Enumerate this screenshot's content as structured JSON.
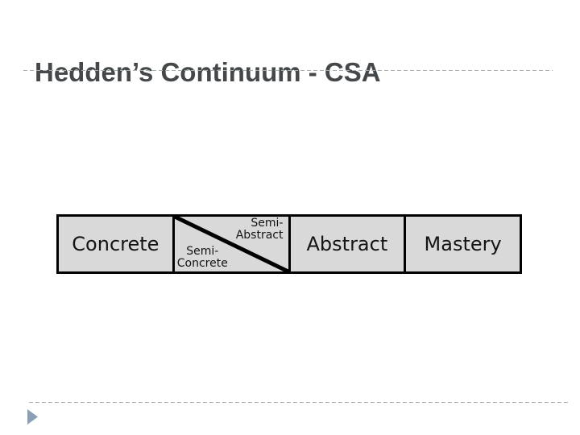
{
  "slide": {
    "title": "Hedden’s Continuum - CSA"
  },
  "continuum_diagram": {
    "cells": [
      {
        "type": "plain",
        "label": "Concrete"
      },
      {
        "type": "diagonal-split",
        "upper": {
          "line1": "Semi-",
          "line2": "Abstract"
        },
        "lower": {
          "line1": "Semi-",
          "line2": "Concrete"
        }
      },
      {
        "type": "plain",
        "label": "Abstract"
      },
      {
        "type": "plain",
        "label": "Mastery"
      }
    ],
    "colors": {
      "cell_fill": "#d9d9d9",
      "border": "#000000",
      "label_text": "#141414"
    }
  },
  "footer": {
    "nav_arrow_icon": "right-pointing-triangle",
    "nav_arrow_color": "#8c9fb4"
  },
  "theme": {
    "background": "#ffffff",
    "title_color": "#45484b",
    "divider_color": "#a9afab"
  }
}
